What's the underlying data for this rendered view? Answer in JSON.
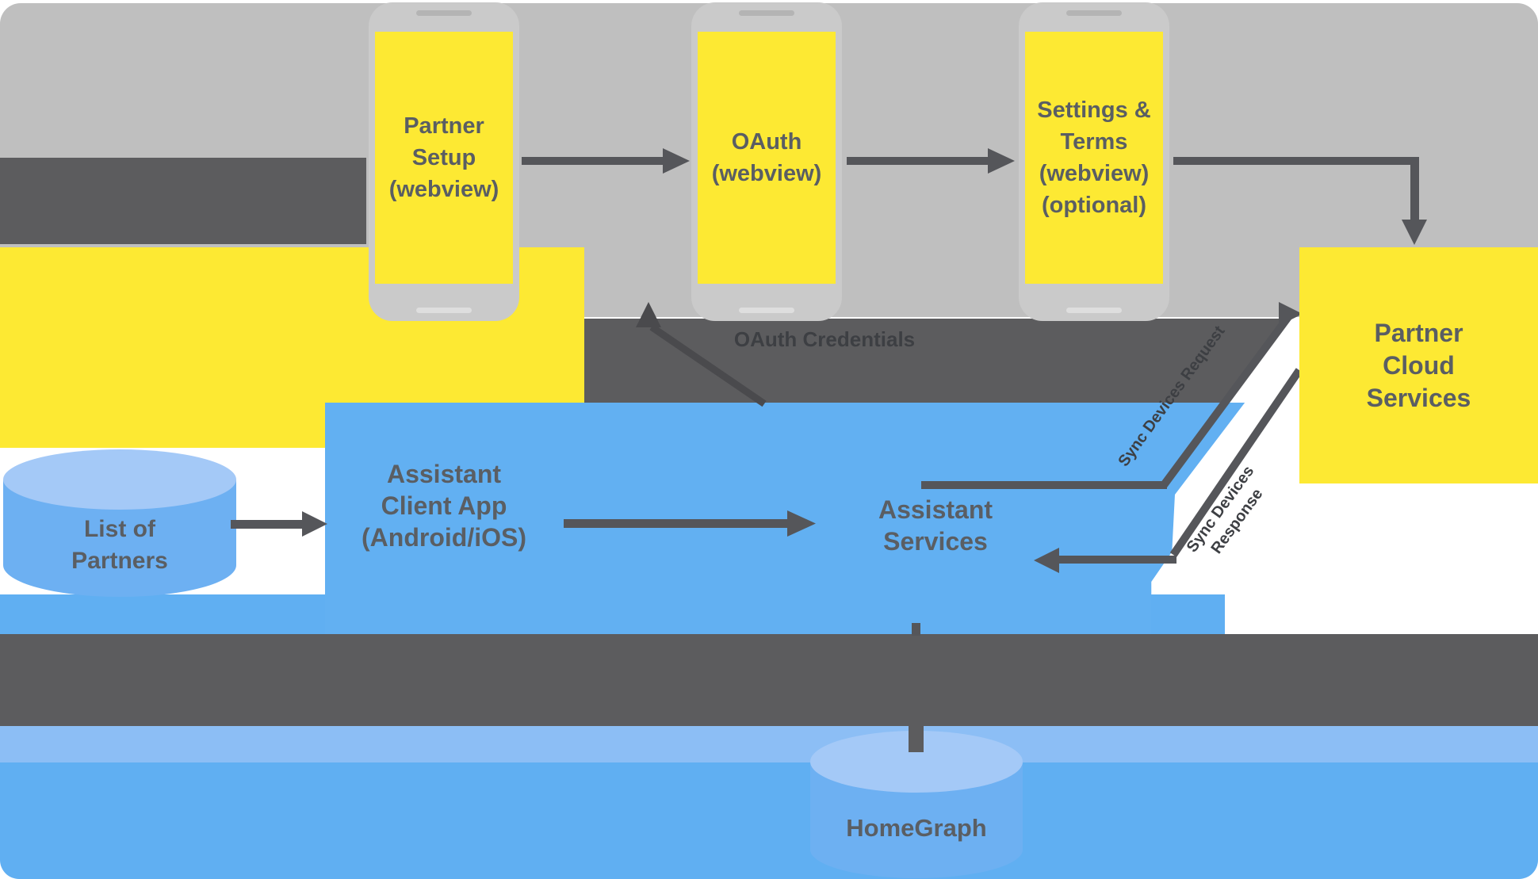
{
  "diagram": {
    "webviews": [
      {
        "label": "Partner\nSetup\n(webview)"
      },
      {
        "label": "OAuth\n(webview)"
      },
      {
        "label": "Settings &\nTerms\n(webview)\n(optional)"
      }
    ],
    "partner_cloud_label": "Partner\nCloud\nServices",
    "assistant_app_label": "Assistant\nClient App\n(Android/iOS)",
    "assistant_services_label": "Assistant\nServices",
    "list_of_partners_label": "List of\nPartners",
    "homegraph_label": "HomeGraph",
    "flow_labels": {
      "oauth_credentials": "OAuth Credentials",
      "sync_request": "Sync Devices Request",
      "sync_response": "Sync Devices\nResponse"
    },
    "colors": {
      "gray_bg": "#bfbfbf",
      "frame": "#cacaca",
      "band": "#5c5c5e",
      "line": "#55565a",
      "line_dark": "#4a4a4d",
      "yellow": "#fde933",
      "blue": "#62b0f2",
      "lightblue": "#a4c9f7",
      "cyl_body": "#6db0f2",
      "stripe": "#8cbef5",
      "bottom_panel": "#60aff2",
      "text": "#5a5e63",
      "text_dark": "#3d3f43"
    }
  }
}
